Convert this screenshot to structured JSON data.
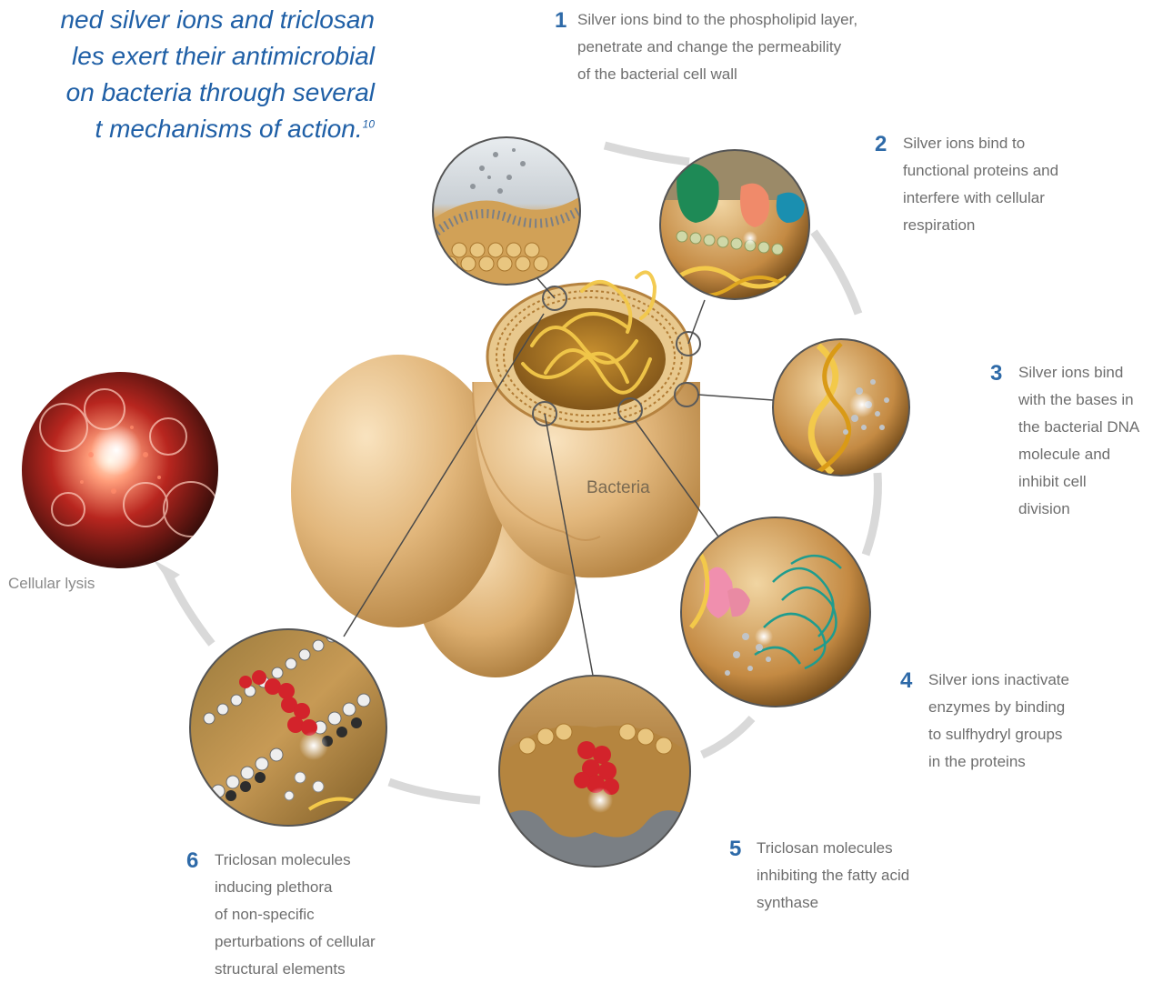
{
  "intro": {
    "text": "ned silver ions and triclosan les exert their antimicrobial on bacteria through several t mechanisms of action.",
    "lines": [
      "ned silver ions and triclosan",
      "les exert their antimicrobial",
      "on bacteria through several",
      "t mechanisms of action."
    ],
    "citation": "10"
  },
  "steps": [
    {
      "number": "1",
      "lines": [
        "Silver ions bind to the phospholipid layer,",
        "penetrate and change the permeability",
        "of the bacterial cell wall"
      ]
    },
    {
      "number": "2",
      "lines": [
        "Silver ions bind to",
        "functional proteins and",
        "interfere with cellular",
        "respiration"
      ]
    },
    {
      "number": "3",
      "lines": [
        "Silver ions bind",
        "with the bases in",
        "the bacterial DNA",
        "molecule and",
        "inhibit cell",
        "division"
      ]
    },
    {
      "number": "4",
      "lines": [
        "Silver ions inactivate",
        "enzymes by binding",
        "to sulfhydryl groups",
        "in the proteins"
      ]
    },
    {
      "number": "5",
      "lines": [
        "Triclosan molecules",
        "inhibiting the fatty acid",
        "synthase"
      ]
    },
    {
      "number": "6",
      "lines": [
        "Triclosan molecules",
        "inducing plethora",
        "of non-specific",
        "perturbations of cellular",
        "structural elements"
      ]
    }
  ],
  "labels": {
    "bacteria": "Bacteria",
    "lysis": "Cellular lysis"
  },
  "colors": {
    "heading": "#1f5fa6",
    "step_number": "#2e6aa8",
    "body_text": "#6e6e6e",
    "cycle_arrow": "#d9d9d9",
    "bacteria": "#e2b77c"
  }
}
